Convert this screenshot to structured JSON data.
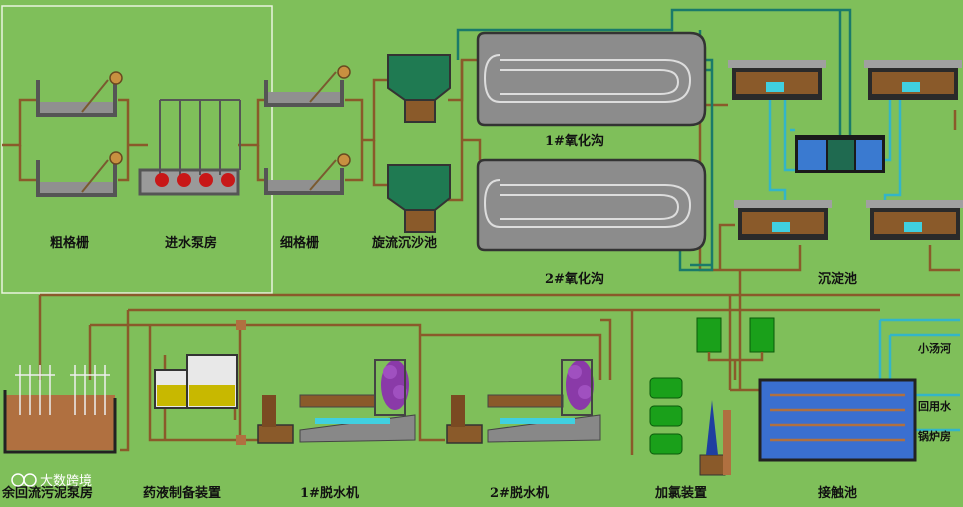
{
  "labels": {
    "coarse_screen": "粗格栅",
    "inlet_pump": "进水泵房",
    "fine_screen": "细格栅",
    "grit_chamber": "旋流沉沙池",
    "oxidation_ditch_1": "1#氧化沟",
    "oxidation_ditch_2": "2#氧化沟",
    "sedimentation": "沉淀池",
    "sludge_return_pump": "余回流污泥泵房",
    "chemical_prep": "药液制备装置",
    "dewatering_1": "1#脱水机",
    "dewatering_2": "2#脱水机",
    "chlorination": "加氯装置",
    "contact_tank": "接触池",
    "outlet_river": "小汤河",
    "outlet_reuse": "回用水",
    "outlet_boiler": "锅炉房"
  },
  "watermark": {
    "text": "大数跨境"
  },
  "colors": {
    "background": "#7fbf5a",
    "pipe_brown": "#8a5a2a",
    "pipe_teal": "#1a7a6a",
    "pipe_cyan": "#33b5c8",
    "tank_gray": "#8c8c8c",
    "water_blue": "#3a6fd0",
    "equipment_green": "#1aa01a"
  }
}
